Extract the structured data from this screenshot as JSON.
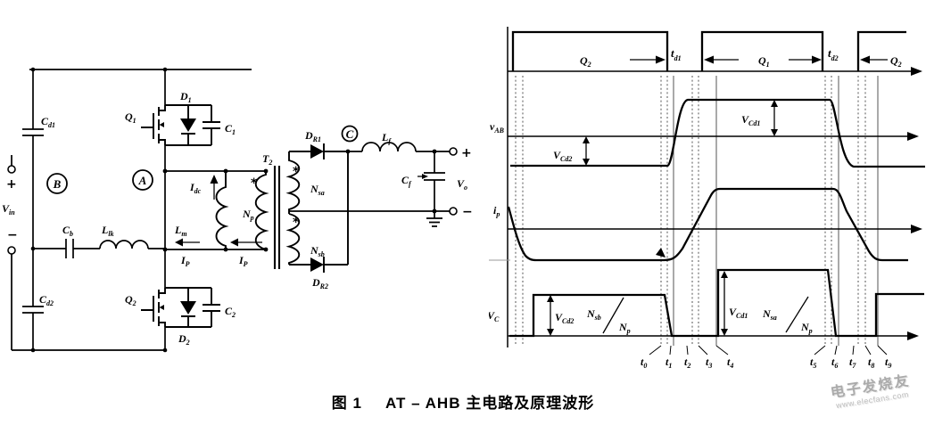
{
  "figure": {
    "caption_prefix": "图 1",
    "caption_title": "AT – AHB 主电路及原理波形"
  },
  "watermark": {
    "brand": "电子发烧友",
    "site": "www.elecfans.com"
  },
  "circuit": {
    "vin": {
      "b": "V",
      "s": "in"
    },
    "plus_in": "+",
    "minus_in": "−",
    "cd1": {
      "b": "C",
      "s": "d1"
    },
    "cd2": {
      "b": "C",
      "s": "d2"
    },
    "node_b": "B",
    "node_a": "A",
    "node_c": "C",
    "q1": {
      "b": "Q",
      "s": "1"
    },
    "d1": {
      "b": "D",
      "s": "1"
    },
    "c1": {
      "b": "C",
      "s": "1"
    },
    "q2": {
      "b": "Q",
      "s": "2"
    },
    "d2": {
      "b": "D",
      "s": "2"
    },
    "c2": {
      "b": "C",
      "s": "2"
    },
    "cb": {
      "b": "C",
      "s": "b"
    },
    "llk": {
      "b": "L",
      "s": "lk"
    },
    "lm": {
      "b": "L",
      "s": "m"
    },
    "idc": {
      "b": "I",
      "s": "dc"
    },
    "ip_left": {
      "b": "I",
      "s": "P"
    },
    "ip_right": {
      "b": "I",
      "s": "P"
    },
    "np": {
      "b": "N",
      "s": "p"
    },
    "t2": {
      "b": "T",
      "s": "2"
    },
    "nsa": {
      "b": "N",
      "s": "sa"
    },
    "nsb": {
      "b": "N",
      "s": "sb"
    },
    "dr1": {
      "b": "D",
      "s": "R1"
    },
    "dr2": {
      "b": "D",
      "s": "R2"
    },
    "lf": {
      "b": "L",
      "s": "f"
    },
    "cf": {
      "b": "C",
      "s": "f"
    },
    "vo": {
      "b": "V",
      "s": "o"
    },
    "plus_out": "+",
    "minus_out": "−",
    "dot_np": "*",
    "dot_nsa": "*",
    "dot_nsb": "*"
  },
  "waveforms": {
    "gate_q2a": {
      "b": "Q",
      "s": "2"
    },
    "gate_td1": {
      "b": "t",
      "s": "d1"
    },
    "gate_q1": {
      "b": "Q",
      "s": "1"
    },
    "gate_td2": {
      "b": "t",
      "s": "d2"
    },
    "gate_q2b": {
      "b": "Q",
      "s": "2"
    },
    "vab_axis": {
      "b": "v",
      "s": "AB"
    },
    "vab_vcd2": {
      "b": "V",
      "s": "Cd2"
    },
    "vab_vcd1": {
      "b": "V",
      "s": "Cd1"
    },
    "ip_axis": {
      "b": "i",
      "s": "p"
    },
    "vc_axis": {
      "b": "V",
      "s": "C"
    },
    "vc_vcd2": {
      "b": "V",
      "s": "Cd2"
    },
    "vc_vcd1": {
      "b": "V",
      "s": "Cd1"
    },
    "vc_nsb": {
      "b": "N",
      "s": "sb"
    },
    "vc_np1": {
      "b": "N",
      "s": "p"
    },
    "vc_nsa": {
      "b": "N",
      "s": "sa"
    },
    "vc_np2": {
      "b": "N",
      "s": "p"
    },
    "times": [
      {
        "b": "t",
        "s": "0"
      },
      {
        "b": "t",
        "s": "1"
      },
      {
        "b": "t",
        "s": "2"
      },
      {
        "b": "t",
        "s": "3"
      },
      {
        "b": "t",
        "s": "4"
      },
      {
        "b": "t",
        "s": "5"
      },
      {
        "b": "t",
        "s": "6"
      },
      {
        "b": "t",
        "s": "7"
      },
      {
        "b": "t",
        "s": "8"
      },
      {
        "b": "t",
        "s": "9"
      }
    ]
  }
}
